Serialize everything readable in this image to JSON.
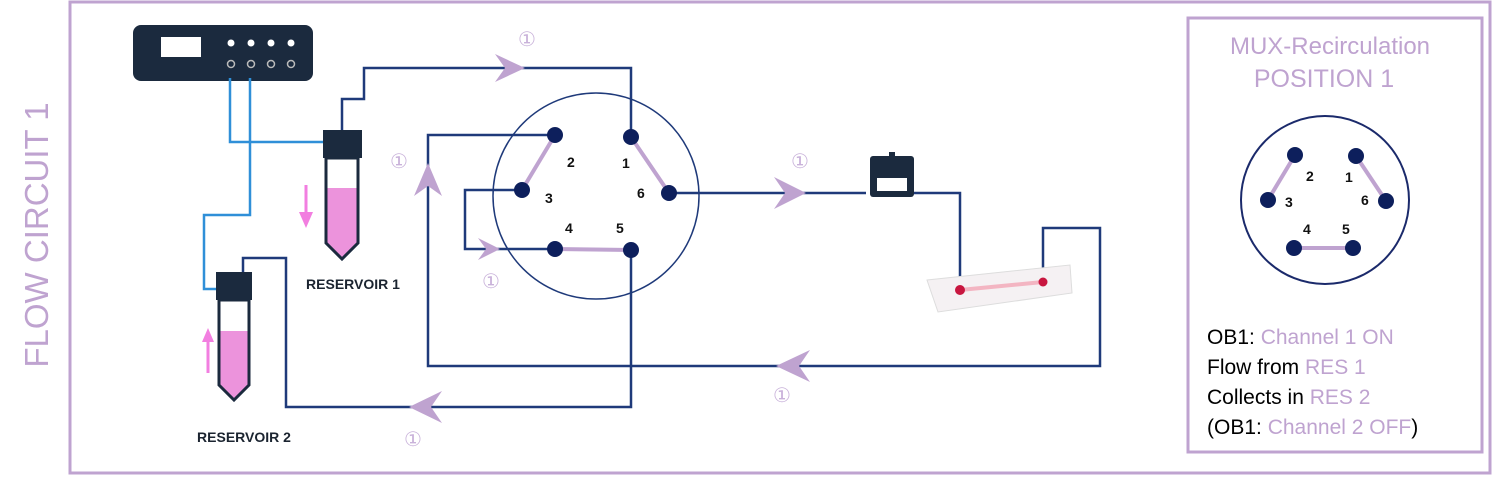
{
  "side_title": "FLOW CIRCUIT 1",
  "reservoirs": [
    {
      "label": "RESERVOIR 1",
      "flow": "down"
    },
    {
      "label": "RESERVOIR 2",
      "flow": "up"
    }
  ],
  "valve_ports": [
    "1",
    "2",
    "3",
    "4",
    "5",
    "6"
  ],
  "flow_marker": "①",
  "panel": {
    "title": "MUX-Recirculation",
    "subtitle": "POSITION 1",
    "ports": [
      "1",
      "2",
      "3",
      "4",
      "5",
      "6"
    ],
    "lines": [
      {
        "prefix": "OB1: ",
        "highlight": "Channel 1 ON",
        "suffix": ""
      },
      {
        "prefix": "Flow from ",
        "highlight": "RES 1",
        "suffix": ""
      },
      {
        "prefix": "Collects in ",
        "highlight": "RES 2",
        "suffix": ""
      },
      {
        "prefix": "(OB1: ",
        "highlight": "Channel 2 OFF",
        "suffix": ")"
      }
    ]
  },
  "colors": {
    "accent": "#bfa3d0",
    "tubing": "#1f3a7a",
    "pressure_line": "#2f8fd8",
    "device": "#1b2a3e",
    "liquid": "#ec93dc"
  }
}
